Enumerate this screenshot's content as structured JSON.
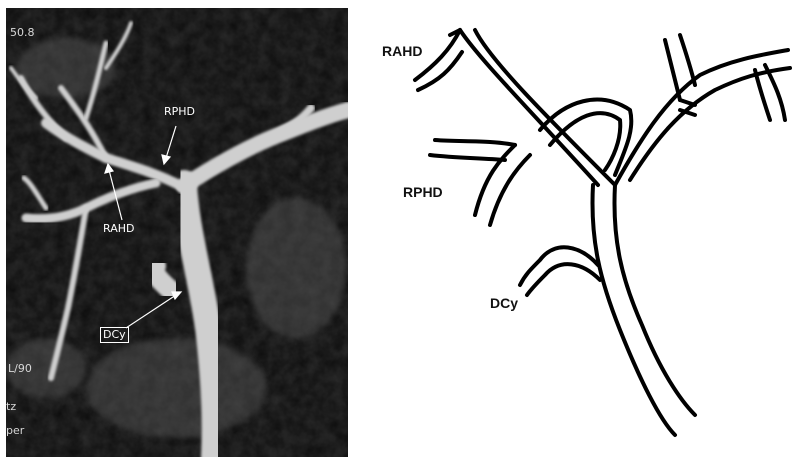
{
  "mri": {
    "overlay_top_left": "50.8",
    "overlay_mid_left": "L/90",
    "overlay_bottom_1": "tz",
    "overlay_bottom_2": "per",
    "labels": {
      "rphd": "RPHD",
      "rahd": "RAHD",
      "dcy": "DCy"
    }
  },
  "diagram": {
    "labels": {
      "rahd": "RAHD",
      "rphd": "RPHD",
      "dcy": "DCy"
    }
  },
  "colors": {
    "mri_bg": "#0c0c0c",
    "duct": "#c8c8c8",
    "line": "#000000"
  }
}
